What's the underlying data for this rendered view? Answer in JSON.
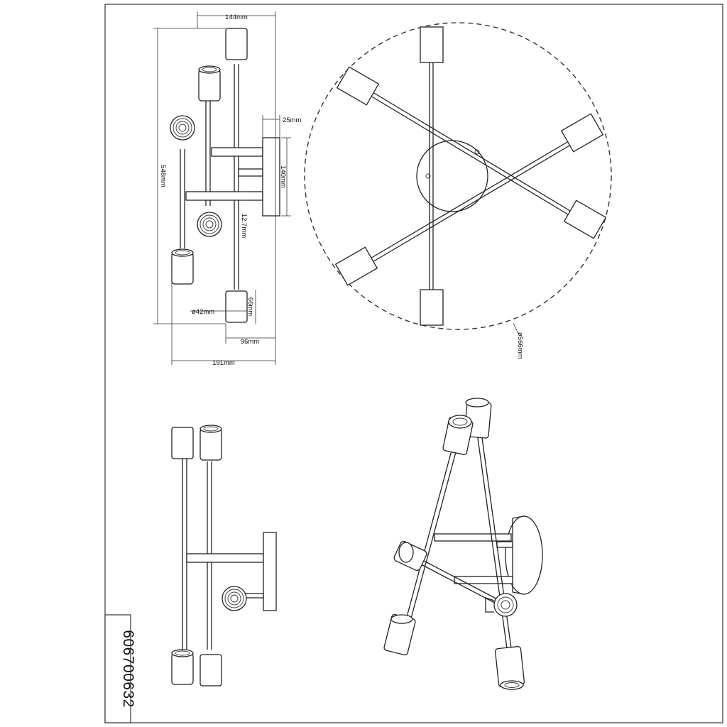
{
  "sheet": {
    "article_number": "606700632"
  },
  "dimensions": {
    "top_width": "144mm",
    "total_height": "548mm",
    "mount_depth": "25mm",
    "canopy_height": "140mm",
    "rod_diameter": "12.7mm",
    "socket_height": "66mm",
    "socket_diameter": "ø42mm",
    "base_width": "96mm",
    "overall_width": "191mm",
    "spread_diameter": "ø566mm"
  }
}
